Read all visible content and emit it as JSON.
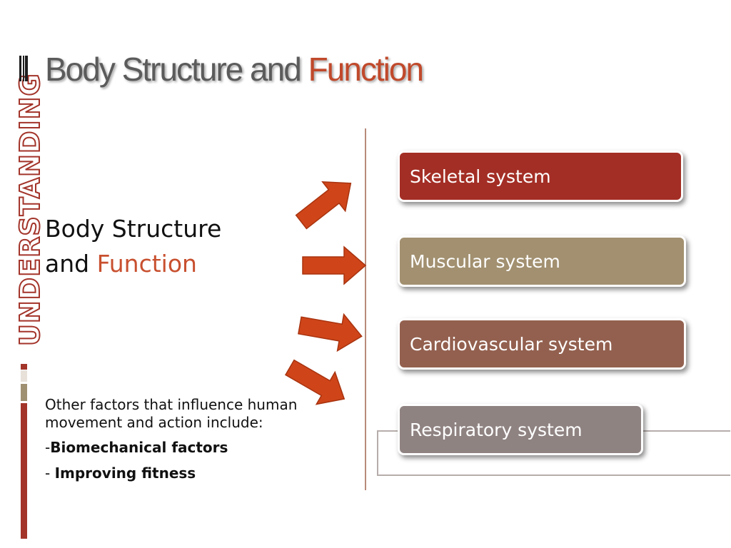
{
  "title": {
    "main": "Body Structure and",
    "accent": "Function"
  },
  "side_label": "UNDERSTANDING",
  "subheading": {
    "line1": "Body Structure",
    "line2_prefix": "and ",
    "line2_accent": "Function"
  },
  "factors": {
    "intro": "Other factors that influence human movement and action include:",
    "items": [
      {
        "prefix": "-",
        "label": "Biomechanical factors"
      },
      {
        "prefix": "- ",
        "label": "Improving fitness"
      }
    ]
  },
  "systems": [
    {
      "label": "Skeletal system",
      "color": "#a32e25"
    },
    {
      "label": "Muscular system",
      "color": "#a29070"
    },
    {
      "label": "Cardiovascular system",
      "color": "#93604f"
    },
    {
      "label": "Respiratory system",
      "color": "#8f8382"
    }
  ],
  "colors": {
    "accent": "#c0492b",
    "arrow_fill": "#cf4519",
    "arrow_stroke": "#a8330f",
    "band_red": "#a3342a",
    "band_cream": "#e7e1da",
    "band_tan": "#a09072"
  },
  "icons": [
    "arrow-right-icon"
  ]
}
